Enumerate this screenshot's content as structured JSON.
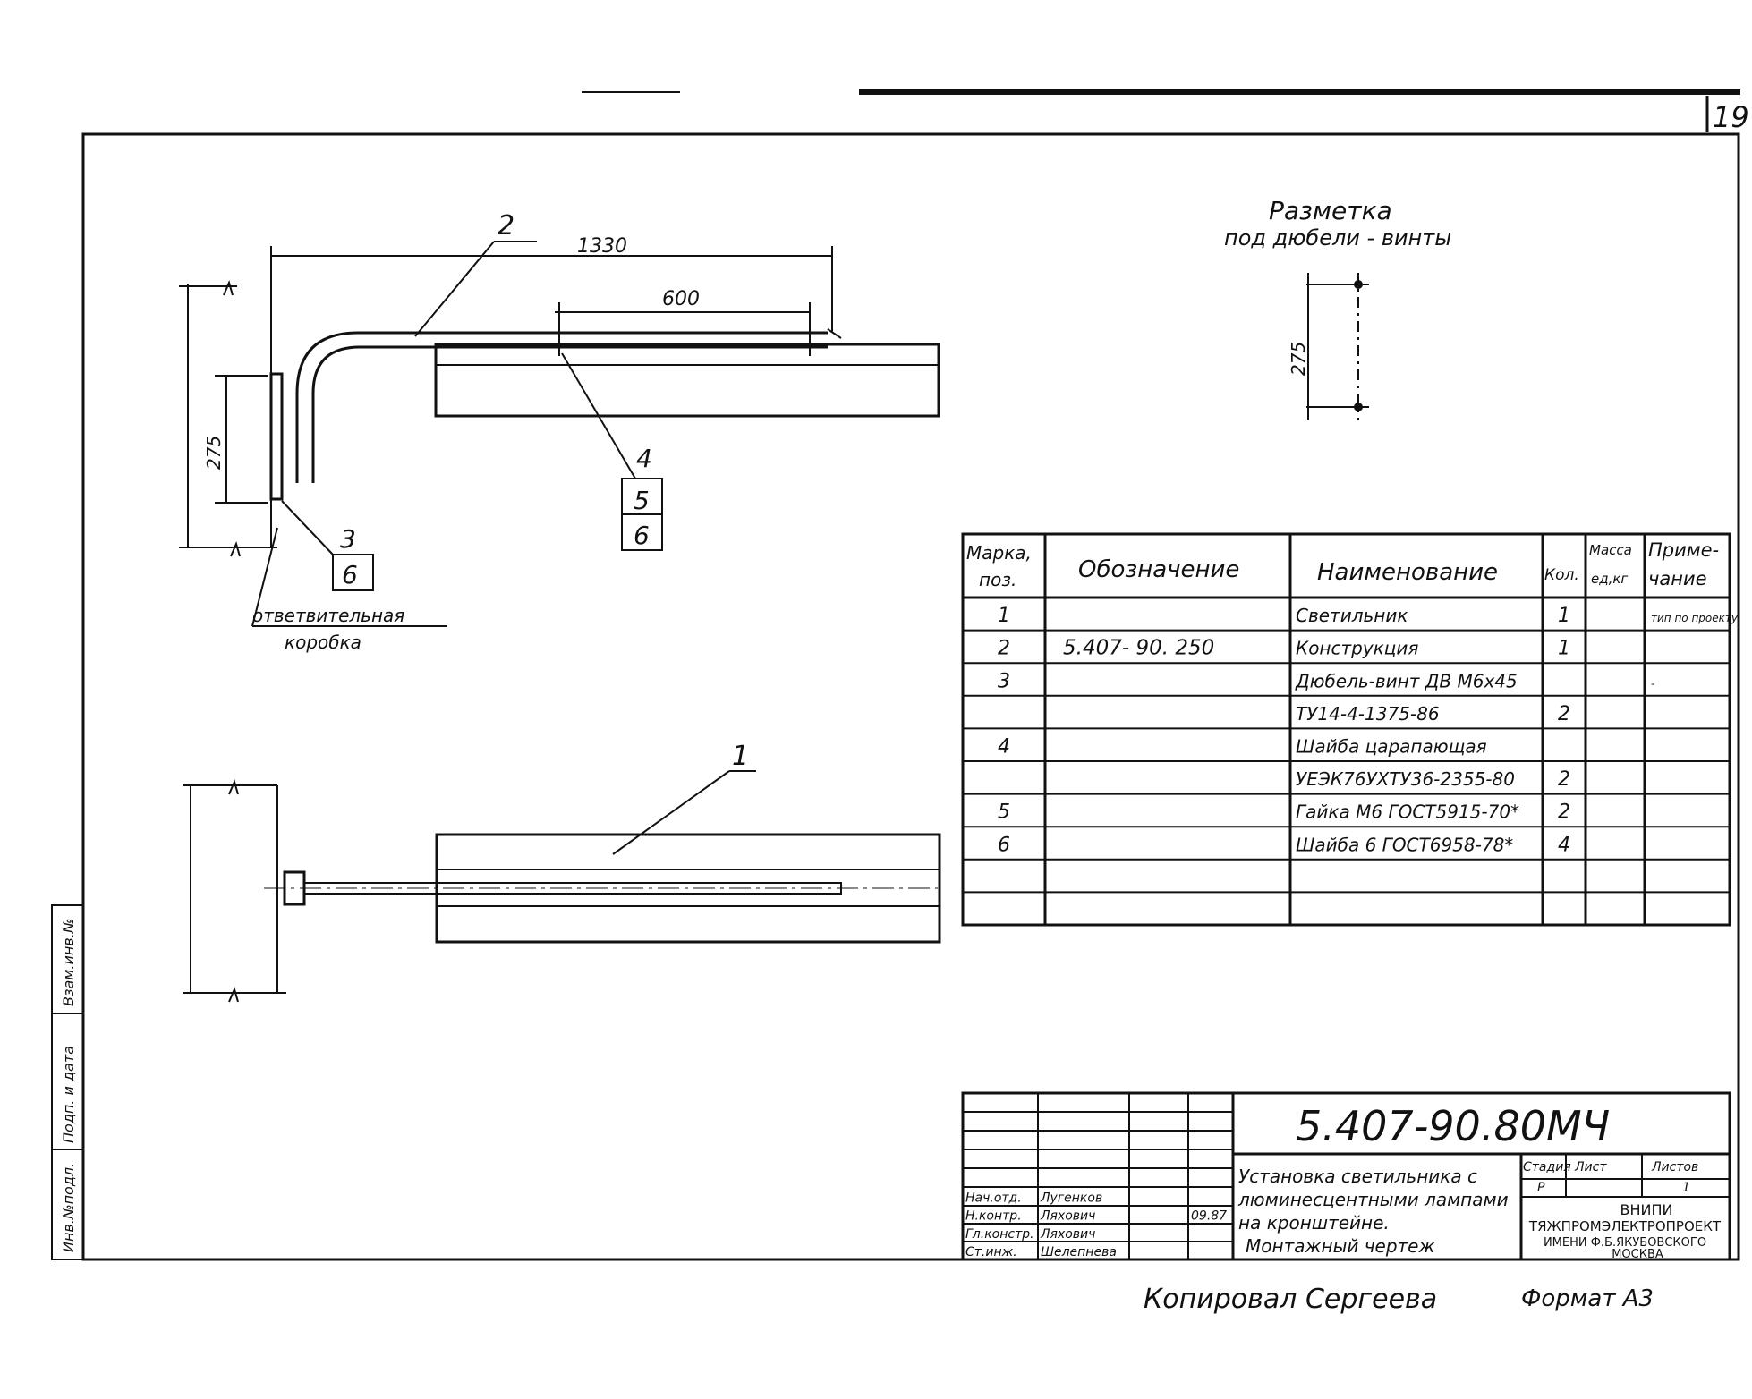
{
  "sheet_number": "19",
  "marking": {
    "title_line1": "Разметка",
    "title_line2": "под дюбели - винты",
    "dimension": "275"
  },
  "side_view": {
    "dim_length": "1330",
    "dim_spacing": "600",
    "dim_height": "275",
    "callout_2": "2",
    "callout_4": "4",
    "callout_5": "5",
    "callout_6a": "6",
    "callout_3": "3",
    "callout_6b": "6",
    "junction_box_line1": "ответвительная",
    "junction_box_line2": "коробка"
  },
  "plan_view": {
    "callout_1": "1"
  },
  "spec_table": {
    "headers": {
      "pos": [
        "Марка,",
        "поз."
      ],
      "designation": "Обозначение",
      "name": "Наименование",
      "qty": "Кол.",
      "mass": [
        "Масса",
        "ед,кг"
      ],
      "note": [
        "Приме-",
        "чание"
      ]
    },
    "rows": [
      {
        "pos": "1",
        "designation": "",
        "name": "Светильник",
        "qty": "1",
        "mass": "",
        "note": "тип по проекту"
      },
      {
        "pos": "2",
        "designation": "5.407- 90. 250",
        "name": "Конструкция",
        "qty": "1",
        "mass": "",
        "note": ""
      },
      {
        "pos": "3",
        "designation": "",
        "name": "Дюбель-винт ДВ М6х45",
        "qty": "",
        "mass": "",
        "note": "-"
      },
      {
        "pos": "",
        "designation": "",
        "name": "ТУ14-4-1375-86",
        "qty": "2",
        "mass": "",
        "note": ""
      },
      {
        "pos": "4",
        "designation": "",
        "name": "Шайба царапающая",
        "qty": "",
        "mass": "",
        "note": ""
      },
      {
        "pos": "",
        "designation": "",
        "name": "УЕЭК76УХТУ36-2355-80",
        "qty": "2",
        "mass": "",
        "note": ""
      },
      {
        "pos": "5",
        "designation": "",
        "name": "Гайка М6 ГОСТ5915-70*",
        "qty": "2",
        "mass": "",
        "note": ""
      },
      {
        "pos": "6",
        "designation": "",
        "name": "Шайба 6 ГОСТ6958-78*",
        "qty": "4",
        "mass": "",
        "note": ""
      },
      {
        "pos": "",
        "designation": "",
        "name": "",
        "qty": "",
        "mass": "",
        "note": ""
      },
      {
        "pos": "",
        "designation": "",
        "name": "",
        "qty": "",
        "mass": "",
        "note": ""
      }
    ]
  },
  "title_block": {
    "code": "5.407-90.80МЧ",
    "title_lines": [
      "Установка светильника с",
      "люминесцентными лампами",
      "на кронштейне.",
      "Монтажный чертеж"
    ],
    "stage_label": "Стадия",
    "stage_value": "Р",
    "sheet_label": "Лист",
    "sheets_label": "Листов",
    "sheets_value": "1",
    "org_lines": [
      "ВНИПИ",
      "ТЯЖПРОМЭЛЕКТРОПРОЕКТ",
      "ИМЕНИ Ф.Б.ЯКУБОВСКОГО",
      "МОСКВА"
    ],
    "roles": [
      {
        "role": "Нач.отд.",
        "name": "Лугенков",
        "date": ""
      },
      {
        "role": "Н.контр.",
        "name": "Ляхович",
        "date": "09.87"
      },
      {
        "role": "Гл.констр.",
        "name": "Ляхович",
        "date": ""
      },
      {
        "role": "Ст.инж.",
        "name": "Шелепнева",
        "date": ""
      }
    ]
  },
  "side_stamp": [
    "Инв.№подл.",
    "Подп. и дата",
    "Взам.инв.№"
  ],
  "footer": {
    "copied_by": "Копировал Сергеева",
    "format": "Формат А3"
  }
}
